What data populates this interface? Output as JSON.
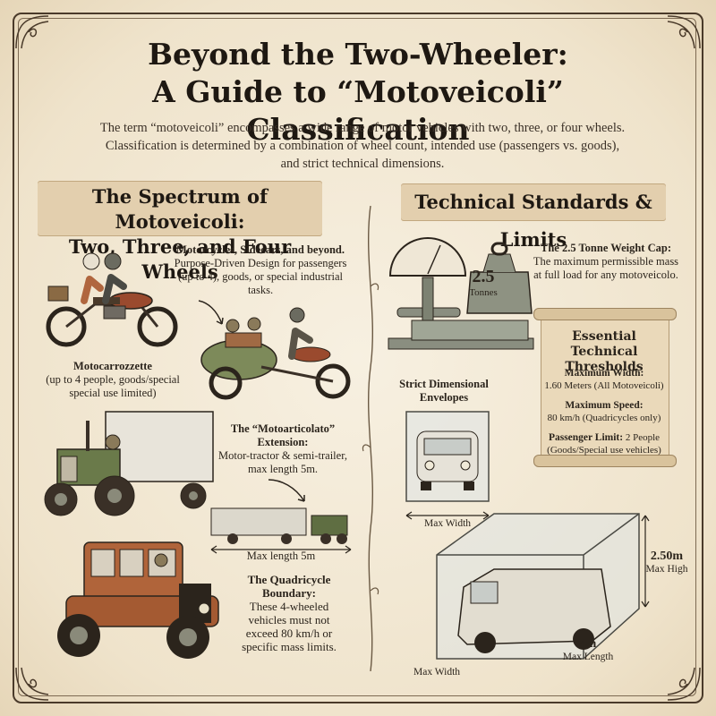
{
  "title": {
    "line1": "Beyond the Two-Wheeler:",
    "line2": "A Guide to “Motoveicoli” Classification"
  },
  "intro": "The term “motoveicoli” encompasses a wide range of motor vehicles with two, three, or four wheels. Classification is determined by a combination of wheel count, intended use (passengers vs. goods), and strict technical dimensions.",
  "left_section": {
    "heading_line1": "The Spectrum of Motoveicoli:",
    "heading_line2": "Two, Three, and Four Wheels",
    "motorcycles": {
      "title": "Motorcycles, Sidecars, and beyond.",
      "text": "Purpose-Driven Design for passengers (up to 4), goods, or special industrial tasks."
    },
    "motocarrozzette": {
      "title": "Motocarrozzette",
      "text": "(up to 4 people, goods/special special use limited)"
    },
    "motoarticolato": {
      "title": "The “Motoarticolato” Extension:",
      "text": "Motor-tractor & semi-trailer, max length 5m."
    },
    "max_length_label": "Max length 5m",
    "quadricycle": {
      "title": "The Quadricycle Boundary:",
      "text": "These 4-wheeled vehicles must not exceed 80 km/h or specific mass limits."
    }
  },
  "right_section": {
    "heading": "Technical Standards & Limits",
    "weight": {
      "value": "2.5",
      "unit": "Tonnes",
      "title": "The 2.5 Tonne Weight Cap:",
      "text": "The maximum permissible mass at full load for any motoveicolo."
    },
    "thresholds": {
      "title": "Essential Technical Thresholds",
      "items": [
        {
          "label": "Maximum Width:",
          "value": "1.60 Meters (All Motoveicoli)"
        },
        {
          "label": "Maximum Speed:",
          "value": "80 km/h (Quadricycles only)"
        },
        {
          "label": "Passenger Limit:",
          "value": "2 People",
          "extra": "(Goods/Special use vehicles)"
        }
      ]
    },
    "envelopes": {
      "title": "Strict Dimensional Envelopes",
      "max_width": "Max Width",
      "height_value": "2.50m",
      "height_label": "Max High",
      "length_value": "4m",
      "length_label": "Max Length",
      "box_width_label": "Max Width"
    }
  },
  "colors": {
    "paper": "#f3ead8",
    "banner": "#e3cfae",
    "ink": "#2b241c"
  }
}
